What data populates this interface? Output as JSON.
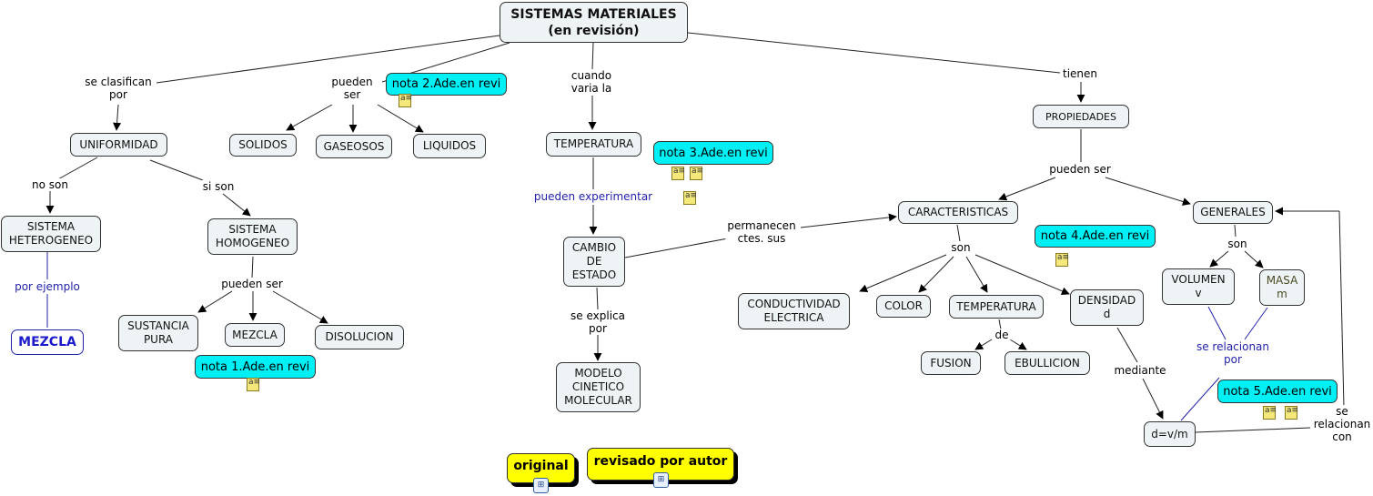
{
  "title": "SISTEMAS MATERIALES\n(en revisión)",
  "concepts": {
    "uniformidad": "UNIFORMIDAD",
    "solidos": "SOLIDOS",
    "gaseosos": "GASEOSOS",
    "liquidos": "LIQUIDOS",
    "temperatura": "TEMPERATURA",
    "propiedades": "PROPIEDADES",
    "heterogeneo": "SISTEMA\nHETEROGENEO",
    "homogeneo": "SISTEMA\nHOMOGENEO",
    "cambio": "CAMBIO\nDE\nESTADO",
    "caracteristicas": "CARACTERISTICAS",
    "generales": "GENERALES",
    "mezcla_ej": "MEZCLA",
    "sustancia": "SUSTANCIA\nPURA",
    "mezcla": "MEZCLA",
    "disolucion": "DISOLUCION",
    "conductividad": "CONDUCTIVIDAD\nELECTRICA",
    "color": "COLOR",
    "temperatura2": "TEMPERATURA",
    "densidad": "DENSIDAD\nd",
    "volumen": "VOLUMEN\nv",
    "masa": "MASA\nm",
    "fusion": "FUSION",
    "ebullicion": "EBULLICION",
    "modelo": "MODELO\nCINETICO\nMOLECULAR",
    "formula": "d=v/m"
  },
  "links": {
    "clasifican": "se clasifican\npor",
    "pueden_ser1": "pueden\nser",
    "cuando": "cuando\nvaria la",
    "tienen": "tienen",
    "no_son": "no son",
    "si_son": "si son",
    "por_ejemplo": "por ejemplo",
    "pueden_ser2": "pueden ser",
    "experimentar": "pueden experimentar",
    "permanecen": "permanecen\nctes. sus",
    "pueden_ser3": "pueden ser",
    "son1": "son",
    "son2": "son",
    "explica": "se explica\npor",
    "de": "de",
    "mediante": "mediante",
    "relacionan_por": "se relacionan\npor",
    "relacionan_con": "se\nrelacionan\ncon"
  },
  "notes": {
    "n1": "nota 1.Ade.en revi",
    "n2": "nota 2.Ade.en revi",
    "n3": "nota 3.Ade.en revi",
    "n4": "nota 4.Ade.en revi",
    "n5": "nota 5.Ade.en revi"
  },
  "buttons": {
    "original": "original",
    "revisado": "revisado por autor"
  },
  "colors": {
    "concept": "#eef3f6",
    "note": "#00f0f5",
    "link_blue": "#2222aa",
    "highlight": "#ffff00"
  }
}
